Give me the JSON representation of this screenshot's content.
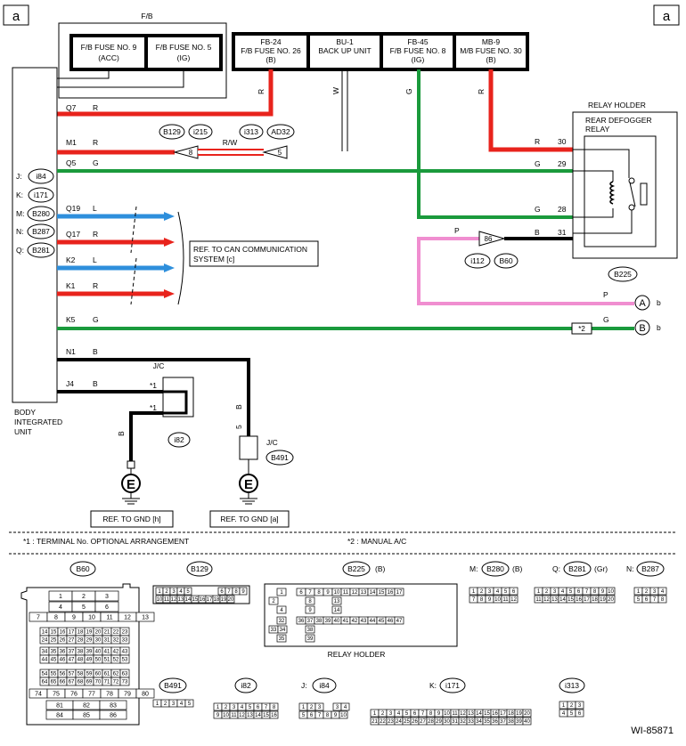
{
  "corner_label": "a",
  "fb_title": "F/B",
  "fuses_left": [
    {
      "line1": "F/B FUSE NO. 9",
      "line2": "(ACC)"
    },
    {
      "line1": "F/B FUSE NO. 5",
      "line2": "(IG)"
    }
  ],
  "fuses_right": [
    {
      "line1": "FB-24",
      "line2": "F/B FUSE NO. 26",
      "line3": "(B)"
    },
    {
      "line1": "BU-1",
      "line2": "BACK UP UNIT",
      "line3": ""
    },
    {
      "line1": "FB-45",
      "line2": "F/B FUSE NO. 8",
      "line3": "(IG)"
    },
    {
      "line1": "MB-9",
      "line2": "M/B FUSE NO. 30",
      "line3": "(B)"
    }
  ],
  "vert_wire_labels": {
    "fb24": "R",
    "bu1": "W",
    "fb45": "G",
    "mb9": "R"
  },
  "bcm": {
    "line1": "BODY",
    "line2": "INTEGRATED",
    "line3": "UNIT",
    "connectors": [
      {
        "letter": "J:",
        "code": "i84"
      },
      {
        "letter": "K:",
        "code": "i171"
      },
      {
        "letter": "M:",
        "code": "B280"
      },
      {
        "letter": "N:",
        "code": "B287"
      },
      {
        "letter": "Q:",
        "code": "B281"
      }
    ]
  },
  "wires": {
    "q7": {
      "pin": "Q7",
      "color": "R"
    },
    "m1": {
      "pin": "M1",
      "color": "R"
    },
    "q5": {
      "pin": "Q5",
      "color": "G"
    },
    "q19": {
      "pin": "Q19",
      "color": "L"
    },
    "q17": {
      "pin": "Q17",
      "color": "R"
    },
    "k2": {
      "pin": "K2",
      "color": "L"
    },
    "k1": {
      "pin": "K1",
      "color": "R"
    },
    "k5": {
      "pin": "K5",
      "color": "G"
    },
    "n1": {
      "pin": "N1",
      "color": "B"
    },
    "j4": {
      "pin": "J4",
      "color": "B"
    }
  },
  "m1_connectors": {
    "left_pin": "8",
    "right_pin": "5",
    "mid_color": "R/W",
    "codes": [
      "B129",
      "i215",
      "i313",
      "AD32"
    ]
  },
  "can_ref": {
    "line1": "REF. TO CAN COMMUNICATION",
    "line2": "SYSTEM [c]"
  },
  "relay": {
    "holder": "RELAY HOLDER",
    "name1": "REAR DEFOGGER",
    "name2": "RELAY",
    "code": "B225",
    "pins": [
      {
        "color": "R",
        "num": "30"
      },
      {
        "color": "G",
        "num": "29"
      },
      {
        "color": "G",
        "num": "28"
      },
      {
        "color": "B",
        "num": "31"
      }
    ]
  },
  "b60_conn": {
    "pin": "86",
    "p_color": "P",
    "codes": [
      "i112",
      "B60"
    ]
  },
  "out_a": {
    "color": "P",
    "letter": "A",
    "ref": "b"
  },
  "out_b": {
    "color": "G",
    "letter": "B",
    "ref": "b",
    "note": "*2"
  },
  "jc": {
    "label": "J/C",
    "star": "*1",
    "code": "i82",
    "wire_color": "B",
    "jc2_label": "J/C",
    "jc2_code": "B491",
    "jc2_pin": "5",
    "jc2_color": "B"
  },
  "ground_symbol": "E",
  "gnd_refs": [
    "REF. TO GND [h]",
    "REF. TO GND [a]"
  ],
  "footnotes": [
    "*1  : TERMINAL No. OPTIONAL ARRANGEMENT",
    "*2  : MANUAL A/C"
  ],
  "connector_views": {
    "b60": "B60",
    "b129": "B129",
    "b225": "B225",
    "b225_color": "(B)",
    "m_letter": "M:",
    "b280": "B280",
    "b280_color": "(B)",
    "q_letter": "Q:",
    "b281": "B281",
    "b281_color": "(Gr)",
    "n_letter": "N:",
    "b287": "B287",
    "relay_holder": "RELAY HOLDER",
    "b491": "B491",
    "i82": "i82",
    "j_letter": "J:",
    "i84": "i84",
    "k_letter": "K:",
    "i171": "i171",
    "i313": "i313"
  },
  "diagram_id": "WI-85871",
  "colors": {
    "red": "#e8231c",
    "green": "#1a9a3c",
    "blue": "#2e8fdc",
    "pink": "#f08ed0",
    "black": "#000000"
  }
}
